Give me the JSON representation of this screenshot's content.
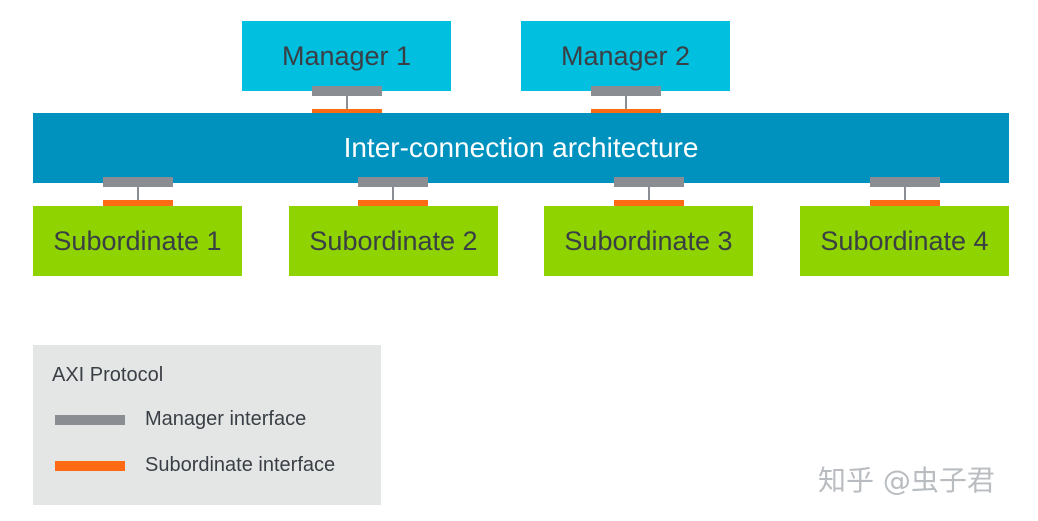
{
  "diagram": {
    "managers": [
      {
        "label": "Manager 1"
      },
      {
        "label": "Manager 2"
      }
    ],
    "bus_label": "Inter-connection architecture",
    "subordinates": [
      {
        "label": "Subordinate 1"
      },
      {
        "label": "Subordinate 2"
      },
      {
        "label": "Subordinate 3"
      },
      {
        "label": "Subordinate 4"
      }
    ],
    "legend": {
      "title": "AXI Protocol",
      "items": [
        {
          "label": "Manager interface",
          "color": "#8a8d91"
        },
        {
          "label": "Subordinate interface",
          "color": "#ff6a14"
        }
      ]
    },
    "watermark": "知乎 @虫子君",
    "colors": {
      "manager": "#00bfdf",
      "bus": "#0092be",
      "subordinate": "#8fd400",
      "manager_interface": "#8a8d91",
      "subordinate_interface": "#ff6a14",
      "legend_background": "#e4e6e6"
    }
  }
}
